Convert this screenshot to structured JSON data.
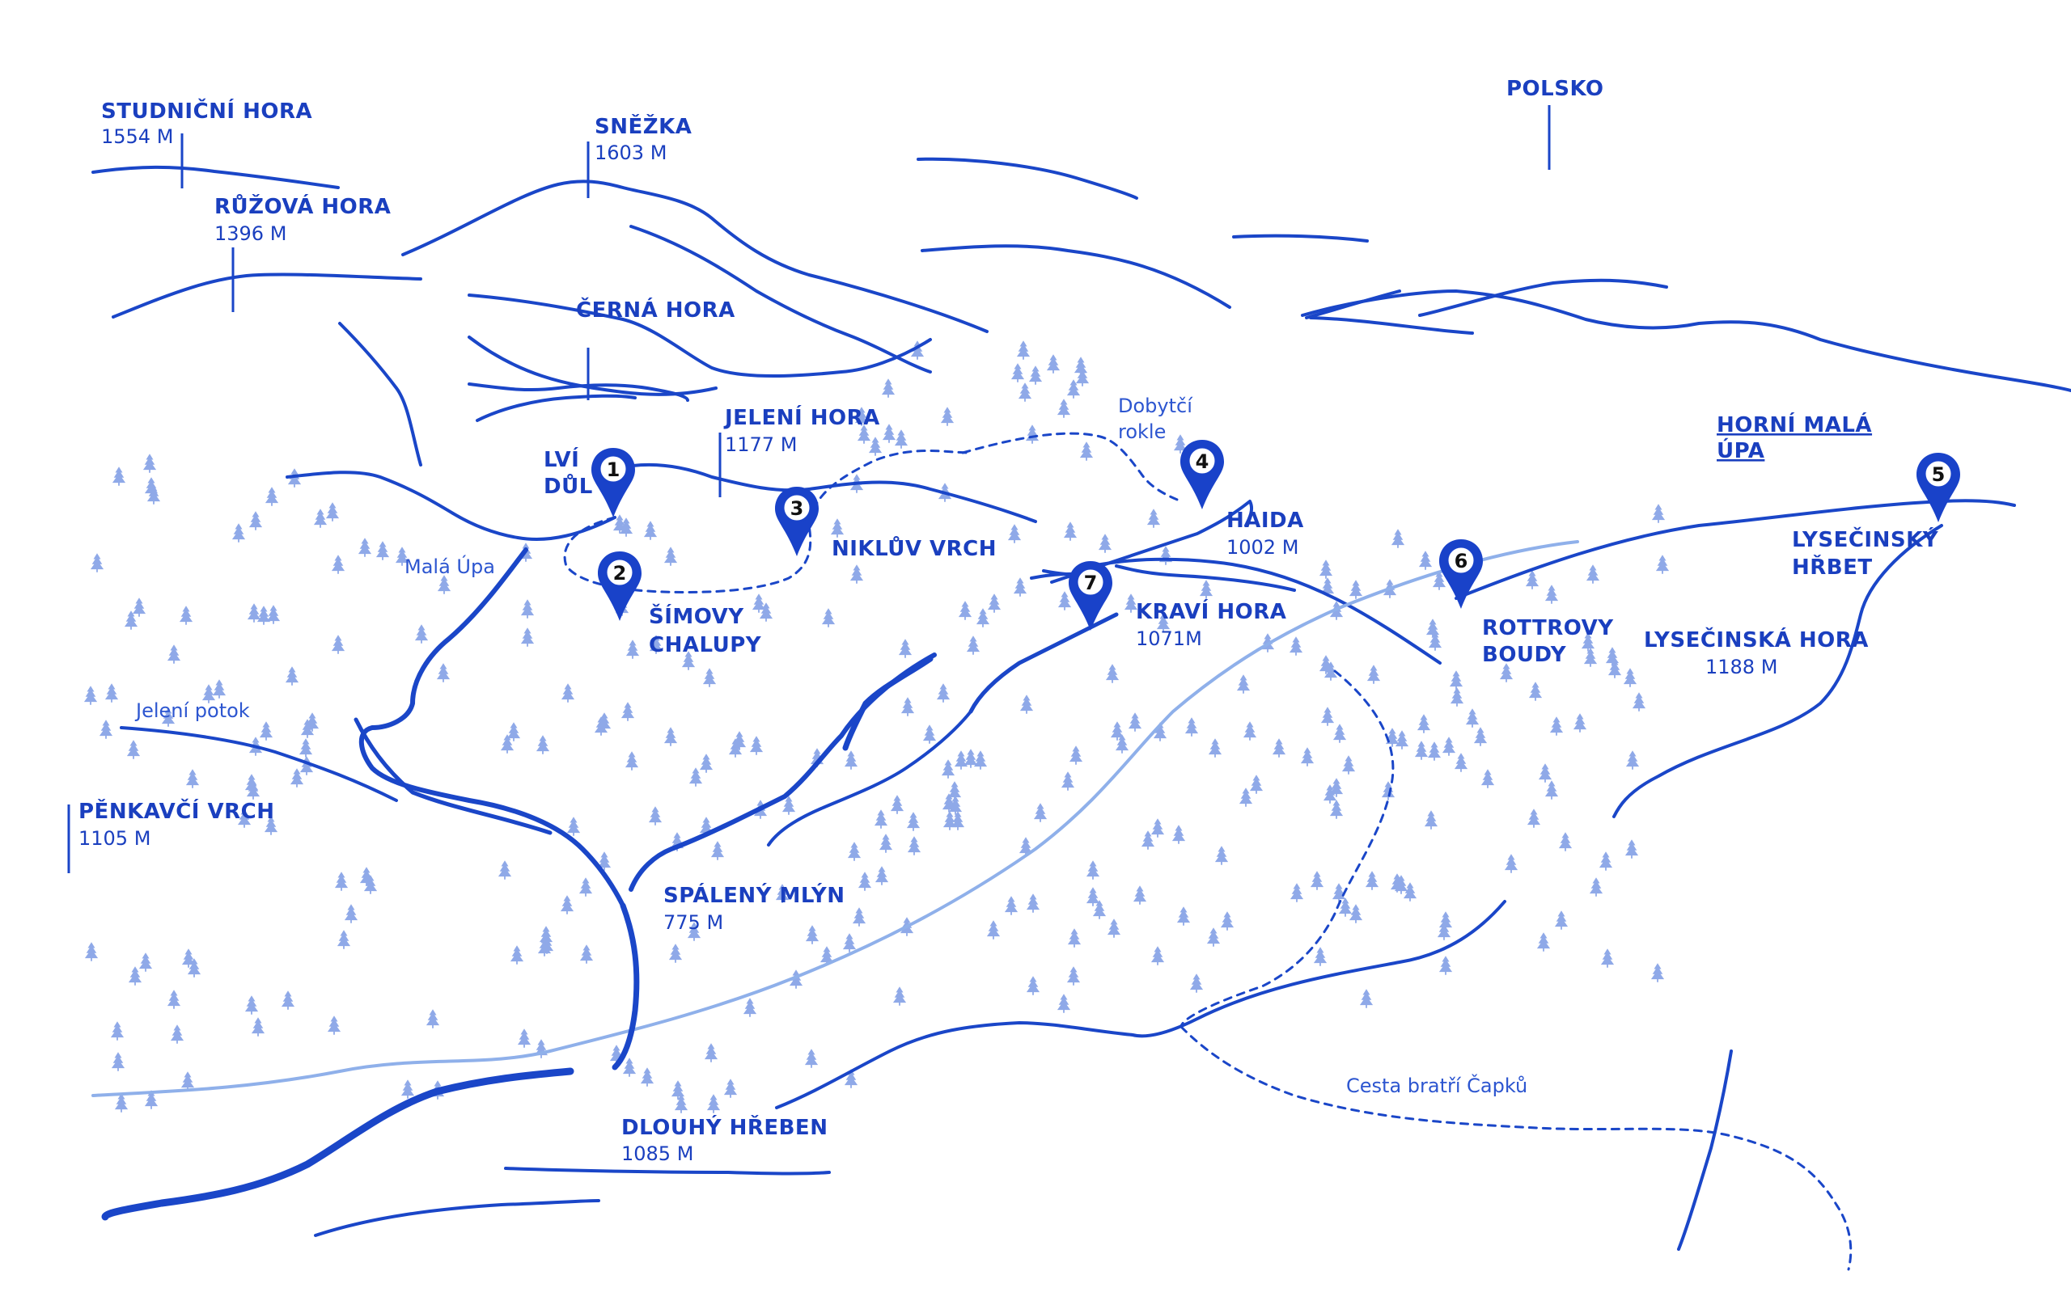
{
  "labels": {
    "studnicni_name": "STUDNIČNÍ HORA",
    "studnicni_elev": "1554 M",
    "snezka_name": "SNĚŽKA",
    "snezka_elev": "1603 M",
    "polsko": "POLSKO",
    "ruzova_name": "RŮŽOVÁ HORA",
    "ruzova_elev": "1396 M",
    "cerna_name": "ČERNÁ HORA",
    "jeleni_name": "JELENÍ HORA",
    "jeleni_elev": "1177 M",
    "dobytci_1": "Dobytčí",
    "dobytci_2": "rokle",
    "horni_1": "HORNÍ MALÁ",
    "horni_2": "ÚPA",
    "lvi_1": "LVÍ",
    "lvi_2": "DŮL",
    "haida_name": "HAIDA",
    "haida_elev": "1002 M",
    "niklov": "NIKLŮV VRCH",
    "mala_upa": "Malá Úpa",
    "lysecinsky_1": "LYSEČINSKÝ",
    "lysecinsky_2": "HŘBET",
    "simovy_1": "ŠÍMOVY",
    "simovy_2": "CHALUPY",
    "kravi_name": "KRAVÍ HORA",
    "kravi_elev": "1071M",
    "rottrovy_1": "ROTTROVY",
    "rottrovy_2": "BOUDY",
    "lysecinska_name": "LYSEČINSKÁ HORA",
    "lysecinska_elev": "1188 M",
    "jeleni_potok": "Jelení potok",
    "penkavci_name": "PĚNKAVČÍ VRCH",
    "penkavci_elev": "1105  M",
    "spaleny_name": "SPÁLENÝ MLÝN",
    "spaleny_elev": "775  M",
    "cesta": "Cesta bratří Čapků",
    "dlouhy_name": "DLOUHÝ HŘEBEN",
    "dlouhy_elev": "1085 M"
  },
  "markers": [
    "1",
    "2",
    "3",
    "4",
    "5",
    "6",
    "7"
  ],
  "colors": {
    "ink": "#1a46c8",
    "road": "#8fb0ea",
    "trees": "#8fa9e8"
  }
}
